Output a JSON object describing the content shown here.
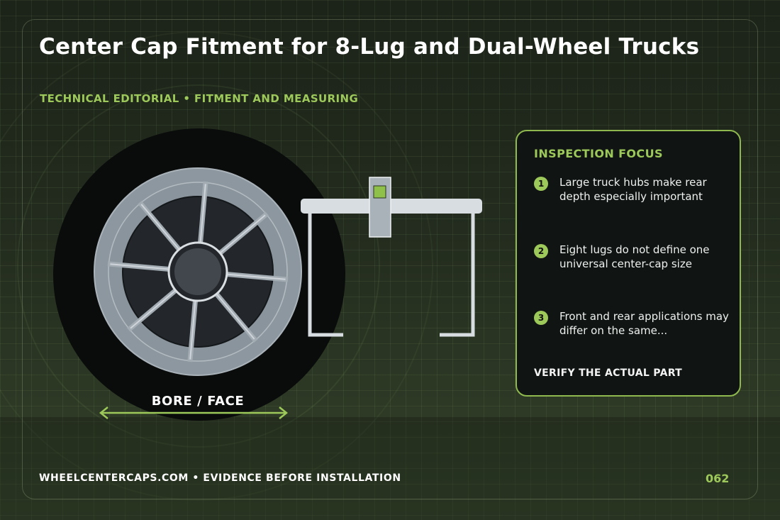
{
  "header": {
    "title": "Center Cap Fitment for 8-Lug and Dual-Wheel Trucks",
    "subtitle": "TECHNICAL EDITORIAL • FITMENT AND MEASURING"
  },
  "diagram": {
    "bore_label": "BORE / FACE",
    "spoke_count": 8
  },
  "panel": {
    "heading": "INSPECTION FOCUS",
    "items": [
      {
        "number": "1",
        "text": "Large truck hubs make rear depth especially important"
      },
      {
        "number": "2",
        "text": "Eight lugs do not define one universal center-cap size"
      },
      {
        "number": "3",
        "text": "Front and rear applications may differ on the same..."
      }
    ],
    "footer": "VERIFY THE ACTUAL PART"
  },
  "footer": {
    "left": "WHEELCENTERCAPS.COM • EVIDENCE BEFORE INSTALLATION",
    "right": "062"
  },
  "colors": {
    "accent": "#9dc85a",
    "panel_border": "#8fb84f",
    "background": "#1c2319"
  }
}
